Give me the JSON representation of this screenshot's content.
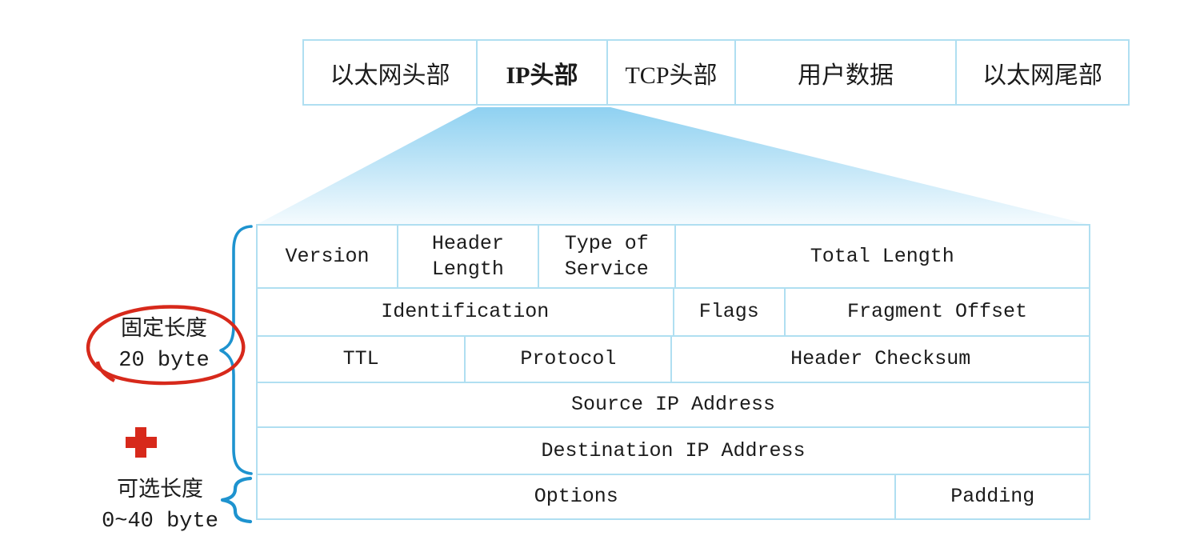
{
  "colors": {
    "border_blue": "#b0dff1",
    "brace_blue": "#1e93cf",
    "annotation_red": "#d7291b",
    "trapezoid_top": "#8fd1f1",
    "trapezoid_bottom": "#f5fbfe",
    "text": "#1b1b1b"
  },
  "frame_bar": {
    "cells": [
      {
        "label": "以太网头部",
        "bold": false
      },
      {
        "label": "IP头部",
        "bold": true
      },
      {
        "label": "TCP头部",
        "bold": false
      },
      {
        "label": "用户数据",
        "bold": false
      },
      {
        "label": "以太网尾部",
        "bold": false
      }
    ]
  },
  "ip_table": {
    "rows": [
      {
        "cells": [
          {
            "label": "Version"
          },
          {
            "label": "Header Length"
          },
          {
            "label": "Type of Service"
          },
          {
            "label": "Total Length"
          }
        ]
      },
      {
        "cells": [
          {
            "label": "Identification"
          },
          {
            "label": "Flags"
          },
          {
            "label": "Fragment Offset"
          }
        ]
      },
      {
        "cells": [
          {
            "label": "TTL"
          },
          {
            "label": "Protocol"
          },
          {
            "label": "Header Checksum"
          }
        ]
      },
      {
        "cells": [
          {
            "label": "Source IP Address"
          }
        ]
      },
      {
        "cells": [
          {
            "label": "Destination IP Address"
          }
        ]
      },
      {
        "cells": [
          {
            "label": "Options"
          },
          {
            "label": "Padding"
          }
        ]
      }
    ]
  },
  "annotations": {
    "fixed_length": {
      "line1": "固定长度",
      "line2": "20 byte"
    },
    "optional_length": {
      "line1": "可选长度",
      "line2": "0~40 byte"
    }
  }
}
